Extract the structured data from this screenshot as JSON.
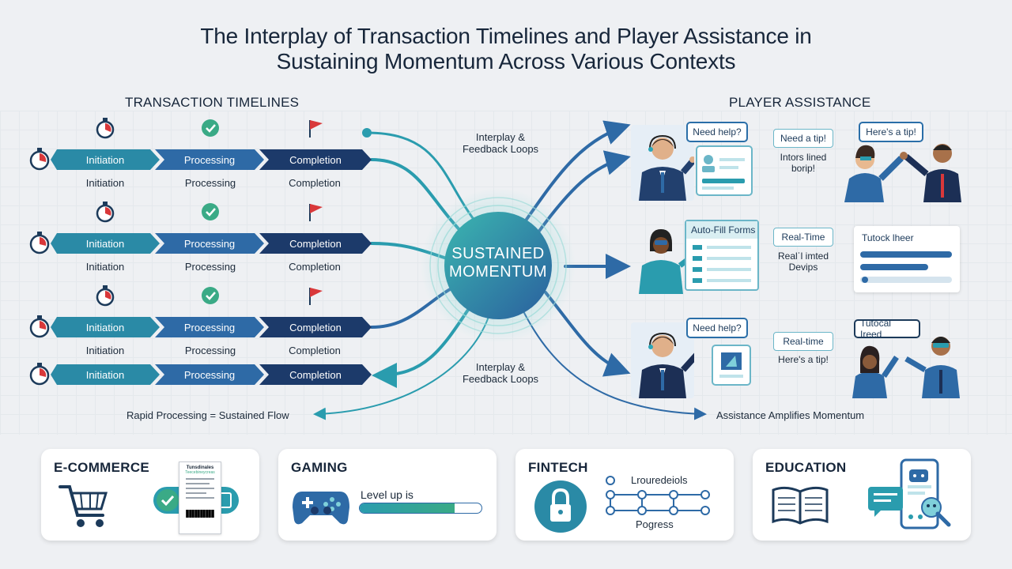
{
  "title_line1": "The Interplay of Transaction Timelines and Player Assistance in",
  "title_line2": "Sustaining Momentum Across Various Contexts",
  "left_section": {
    "title": "TRANSACTION TIMELINES",
    "stages": [
      "Initiation",
      "Processing",
      "Completion"
    ],
    "footer": "Rapid Processing = Sustained Flow"
  },
  "center": {
    "label_line1": "SUSTAINED",
    "label_line2": "MOMENTUM",
    "top_note_line1": "Interplay &",
    "top_note_line2": "Feedback Loops",
    "bottom_note_line1": "Interplay &",
    "bottom_note_line2": "Feedback Loops"
  },
  "right_section": {
    "title": "PLAYER ASSISTANCE",
    "footer": "Assistance Amplifies Momentum",
    "row1": {
      "bubble_left": "Need help?",
      "tag": "Need a tip!",
      "caption_line1": "Intors lined",
      "caption_line2": "borip!",
      "bubble_right": "Here's a tip!"
    },
    "row2": {
      "panel_title": "Auto-Fill Forms",
      "tag": "Real-Time",
      "caption_line1": "Realˈl imted",
      "caption_line2": "Devips",
      "panel_right_title": "Tutock lheer"
    },
    "row3": {
      "bubble_left": "Need help?",
      "tag": "Real-time",
      "caption": "Here's a tip!",
      "bubble_right": "Tutocal Ireed"
    }
  },
  "cards": [
    {
      "title": "E-COMMERCE",
      "receipt_line1": "Tunsdinales",
      "receipt_line2": "Teecebineycreas"
    },
    {
      "title": "GAMING",
      "text": "Level up is",
      "progress": 0.78
    },
    {
      "title": "FINTECH",
      "text": "Lrouredeiols",
      "text2": "Pogress"
    },
    {
      "title": "EDUCATION"
    }
  ],
  "colors": {
    "teal": "#2a9cae",
    "blue": "#2e6aa6",
    "navy": "#1c3a6a",
    "red": "#d9383a",
    "green": "#3aaa86"
  }
}
